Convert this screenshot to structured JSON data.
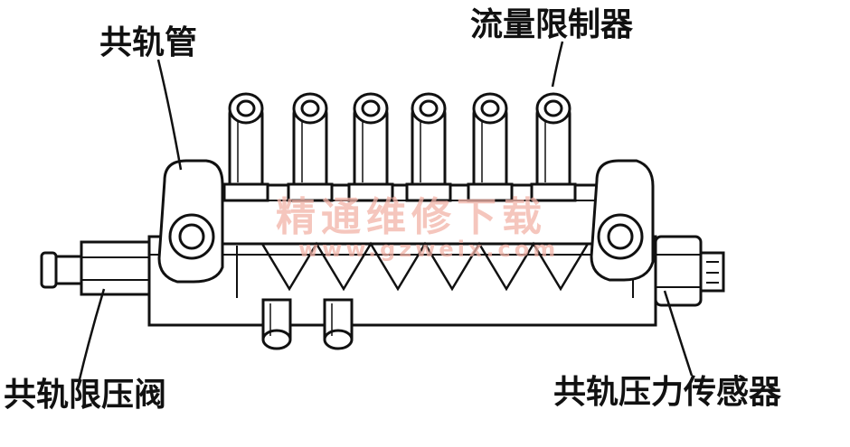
{
  "labels": {
    "rail_pipe": "共轨管",
    "flow_limiter": "流量限制器",
    "limit_valve": "共轨限压阀",
    "pressure_sensor": "共轨压力传感器"
  },
  "watermark": {
    "title": "精通维修下载",
    "url": "www.gzweix.com"
  },
  "colors": {
    "line": "#111111",
    "watermark": "#f2b3a8"
  }
}
